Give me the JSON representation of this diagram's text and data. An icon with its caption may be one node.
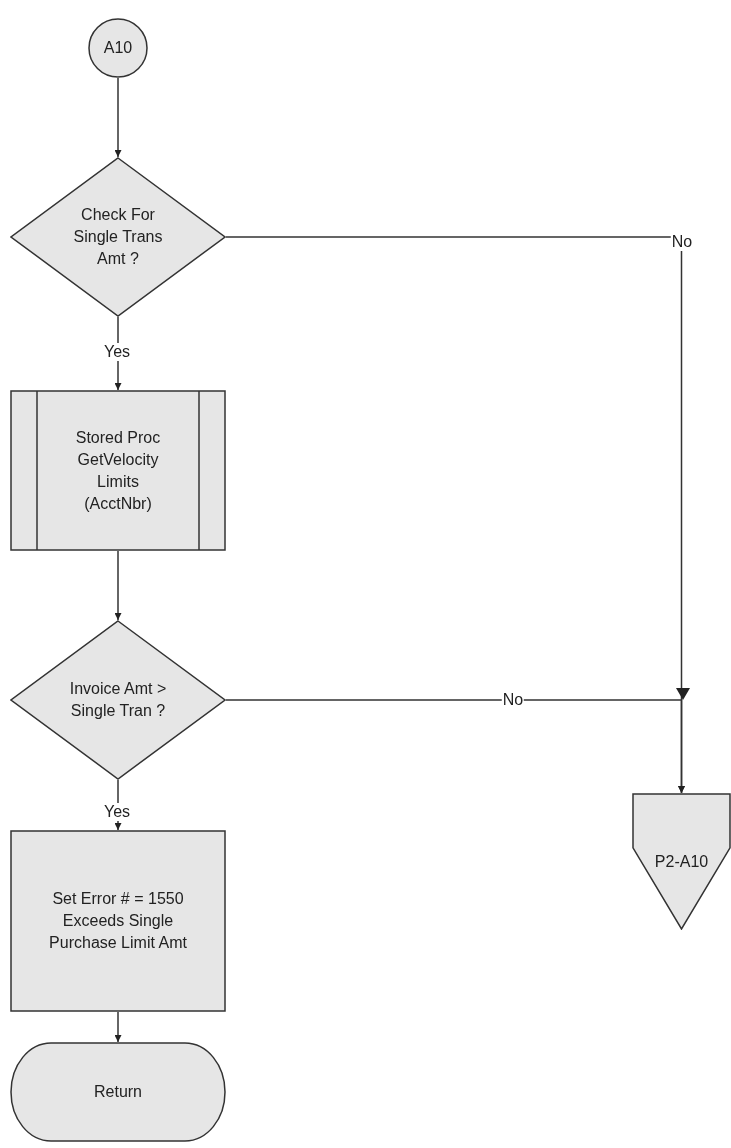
{
  "diagram": {
    "nodes": [
      {
        "text": [
          "A10"
        ]
      },
      {
        "text": [
          "Check For Single Trans Amt ?"
        ]
      },
      {
        "text": [
          "Stored Proc GetVelocity Limits (AcctNbr)"
        ]
      },
      {
        "text": [
          "Invoice Amt > Single Tran ?"
        ]
      },
      {
        "text": [
          "Set Error # = 1550 Exceeds Single Purchase Limit Amt"
        ]
      },
      {
        "text": [
          "Return"
        ]
      },
      {
        "text": [
          "P2-A10"
        ]
      }
    ],
    "edges": [
      {
        "from": 0,
        "to": 1,
        "arrow": "to"
      },
      {
        "from": 1,
        "to": 6,
        "arrow": "to",
        "label": "No"
      },
      {
        "from": 1,
        "to": 2,
        "arrow": "to",
        "label": "Yes"
      },
      {
        "from": 2,
        "to": 3,
        "arrow": "to"
      },
      {
        "from": 3,
        "to": 6,
        "arrow": "to",
        "label": "No"
      },
      {
        "from": 3,
        "to": 4,
        "arrow": "to",
        "label": "Yes"
      },
      {
        "from": 4,
        "to": 5,
        "arrow": "to"
      }
    ]
  }
}
